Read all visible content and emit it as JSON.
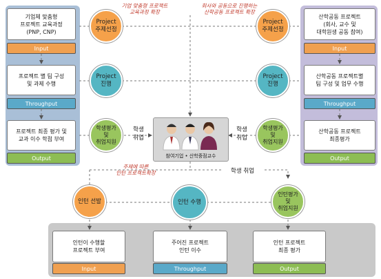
{
  "notes": {
    "top_left": "기업 맞춤형 프로젝트\n교육과정 확장",
    "top_right": "회사와 공동으로 진행하는\n산학공동 프로젝트 확장",
    "bottom_left": "주제에 따른\n인턴 프로젝트확장"
  },
  "left": {
    "box1": "기업체 맞춤형\n프로젝트 교육과정\n(PNP, CNP)",
    "box2": "프로젝트 별 팀 구성\n및 과제 수행",
    "box3": "프로젝트 최종 평가 및\n교과 이수 학점 부여",
    "stage1": "Input",
    "stage2": "Throughput",
    "stage3": "Output",
    "circle1": "Project\n주제선정",
    "circle2": "Project\n진행",
    "circle3": "학생평가\n및\n취업지원"
  },
  "right": {
    "box1": "산학공동 프로젝트\n(회사, 교수 및\n대학원생 공동 참여)",
    "box2": "산학공동 프로젝트별\n팀 구성 및 업무 수행",
    "box3": "산학공동 프로젝트\n최종평가",
    "stage1": "Input",
    "stage2": "Throughput",
    "stage3": "Output",
    "circle1": "Project\n주제선정",
    "circle2": "Project\n진행",
    "circle3": "학생평가\n및\n취업지원"
  },
  "center": {
    "caption": "참여기업 • 산학중점교수",
    "left_label": "학생\n취업",
    "right_label": "학생\n취업",
    "bottom_label": "학생 취업"
  },
  "bottom": {
    "circle1": "인턴 선발",
    "circle2": "인턴 수행",
    "circle3": "인턴평가\n및\n취업지원",
    "box1": "인턴이 수행할\n프로젝트 부여",
    "box2": "주어진 프로젝트\n인턴 이수",
    "box3": "인턴 프로젝트\n최종 평가",
    "stage1": "Input",
    "stage2": "Throughput",
    "stage3": "Output"
  },
  "colors": {
    "input": "#f0a050",
    "throughput": "#5aa9c9",
    "output": "#8dbd54",
    "note": "#c0392b"
  }
}
